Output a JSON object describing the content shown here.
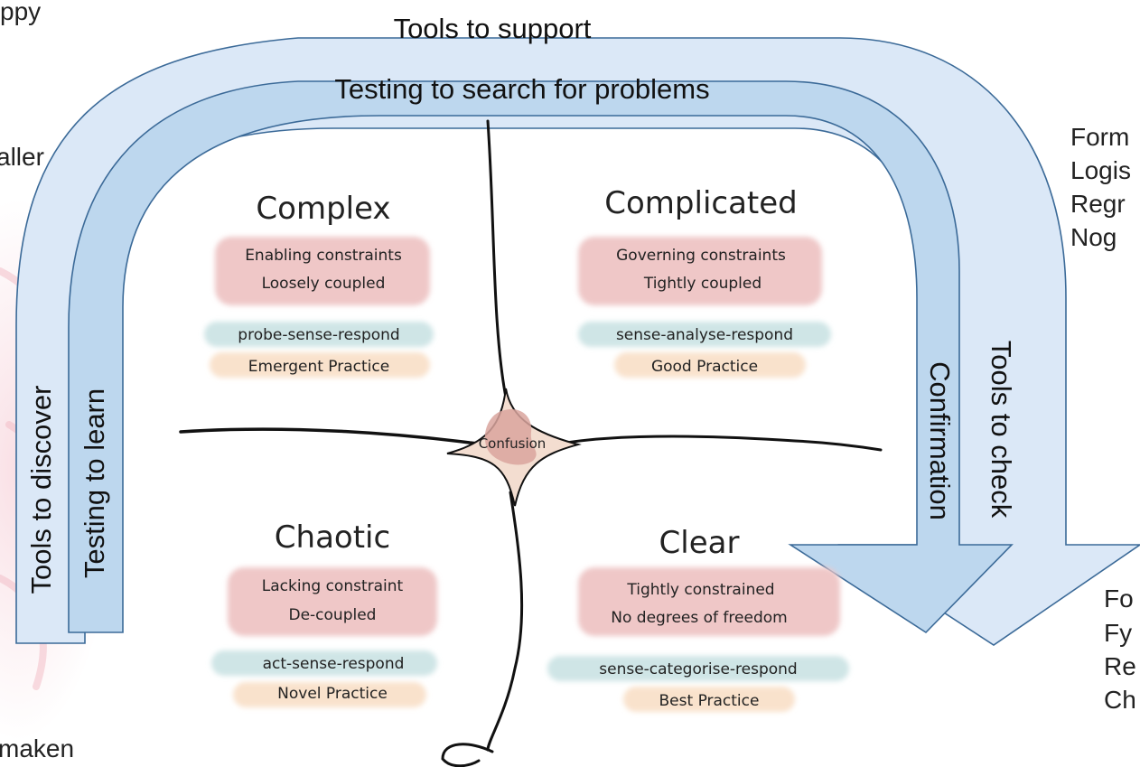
{
  "arrows": {
    "outer_top": "Tools to support",
    "inner_top": "Testing to search for problems",
    "outer_left": "Tools to discover",
    "inner_left": "Testing to learn",
    "outer_right": "Tools to check",
    "inner_right": "Confirmation"
  },
  "domains": {
    "complex": {
      "title": "Complex",
      "constraint_1": "Enabling constraints",
      "constraint_2": "Loosely coupled",
      "approach": "probe-sense-respond",
      "practice": "Emergent Practice"
    },
    "complicated": {
      "title": "Complicated",
      "constraint_1": "Governing constraints",
      "constraint_2": "Tightly coupled",
      "approach": "sense-analyse-respond",
      "practice": "Good Practice"
    },
    "chaotic": {
      "title": "Chaotic",
      "constraint_1": "Lacking constraint",
      "constraint_2": "De-coupled",
      "approach": "act-sense-respond",
      "practice": "Novel Practice"
    },
    "clear": {
      "title": "Clear",
      "constraint_1": "Tightly constrained",
      "constraint_2": "No degrees of freedom",
      "approach": "sense-categorise-respond",
      "practice": "Best Practice"
    },
    "center": "Confusion"
  },
  "background_fragments": {
    "top": "ppy",
    "left_upper": "aller",
    "left_lower": "maken",
    "right_1": "Form",
    "right_2": "Logis",
    "right_3": "Regr",
    "right_4": "Nog",
    "bottom_right_1": "Fo",
    "bottom_right_2": "Fy",
    "bottom_right_3": "Re",
    "bottom_right_4": "Ch"
  },
  "colors": {
    "arrow_outer": "#dbe8f7",
    "arrow_inner": "#bdd7ee",
    "arrow_stroke": "#3b6a98",
    "constraint_wash": "#efc7c7",
    "approach_wash": "#cfe5e6",
    "practice_wash": "#f9e2cc",
    "confusion_fill": "#f3ddd0",
    "confusion_core": "#d9a59e"
  }
}
